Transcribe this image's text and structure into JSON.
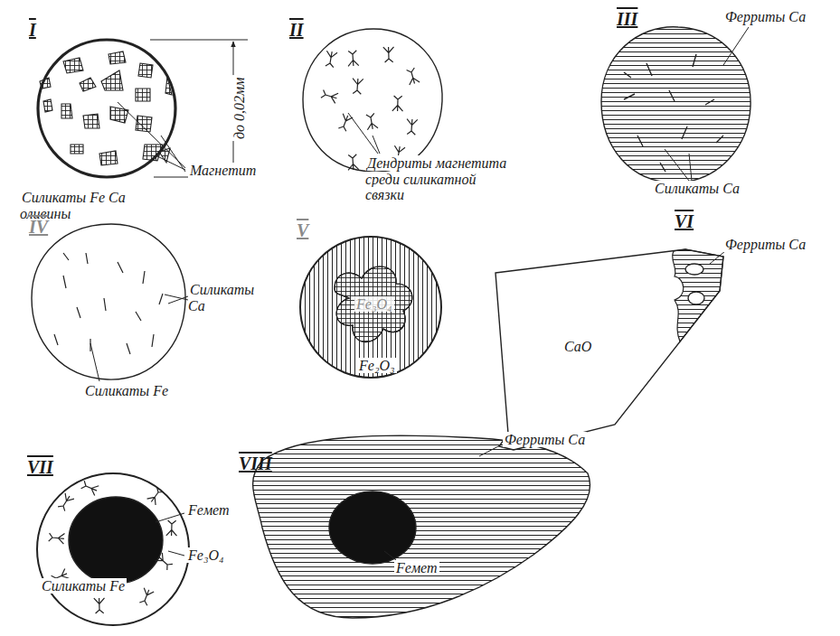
{
  "diagram": {
    "labels": [
      "I",
      "до 0,02мм",
      "Магнетит",
      "Силикаты Fe Са оливины",
      "II",
      "Дендриты магнетита среди силикатной связки",
      "III",
      "Ферриты Са",
      "Силикаты Са",
      "IV",
      "Силикаты Са",
      "Силикаты Fe",
      "V",
      "Fe₃O₄",
      "Fe₂O₃",
      "VI",
      "Ферриты Са",
      "CaO",
      "VII",
      "Feмет",
      "Fe₃O₄",
      "Силикаты Fe",
      "VIII",
      "Ферриты Са",
      "Feмет"
    ]
  }
}
